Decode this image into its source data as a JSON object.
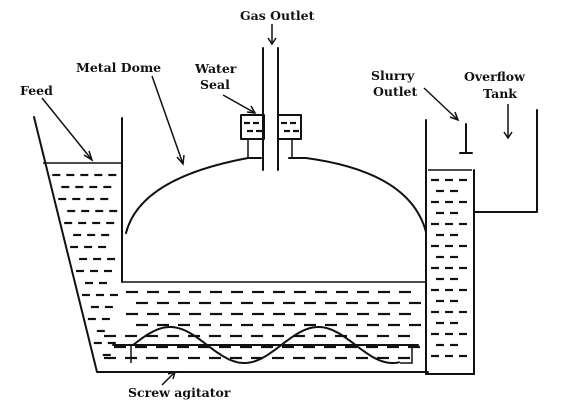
{
  "labels": {
    "gas_outlet": "Gas Outlet",
    "metal_dome": "Metal Dome",
    "water": "Water",
    "seal": "Seal",
    "feed": "Feed",
    "slurry": "Slurry",
    "outlet": "Outlet",
    "overflow": "Overflow",
    "tank": "Tank",
    "screw_agitator": "Screw agitator"
  }
}
